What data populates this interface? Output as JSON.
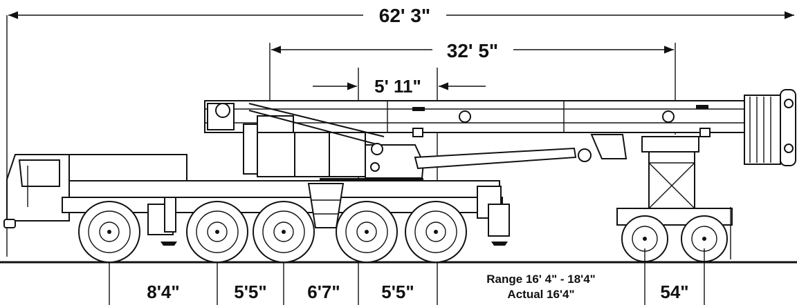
{
  "dimensions": {
    "overall_length": "62' 3\"",
    "boom_length": "32' 5\"",
    "center_offset": "5' 11\""
  },
  "spacings": {
    "a": "8'4\"",
    "b": "5'5\"",
    "c": "6'7\"",
    "d": "5'5\"",
    "dolly_range": "Range 16' 4\" - 18'4\"",
    "dolly_actual": "Actual 16'4\"",
    "dolly_axle": "54\""
  },
  "colors": {
    "ink": "#111111",
    "background": "#ffffff"
  }
}
